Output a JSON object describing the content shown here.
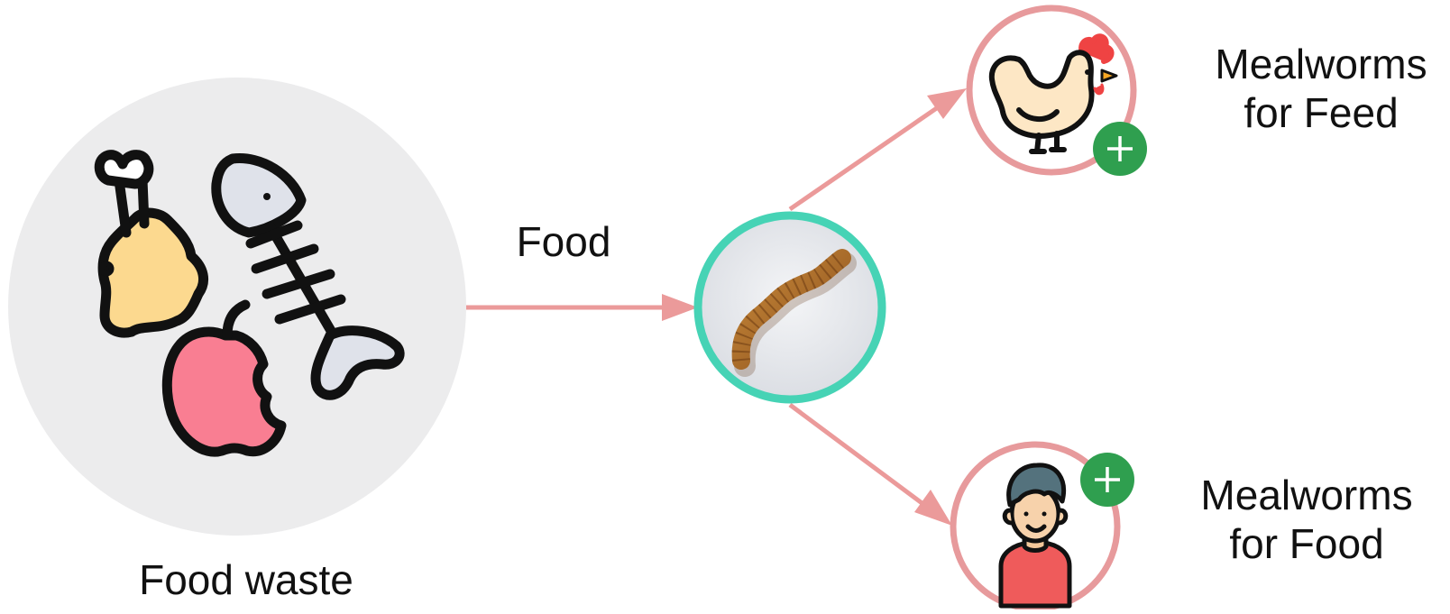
{
  "labels": {
    "food_waste": "Food waste",
    "arrow_food": "Food",
    "feed_line1": "Mealworms",
    "feed_line2": "for Feed",
    "food_line1": "Mealworms",
    "food_line2": "for Food"
  },
  "colors": {
    "arrow": "#eb9a9a",
    "worm_ring": "#46d3b5",
    "outcome_ring": "#e79a9c",
    "plus_badge": "#2f9f4f",
    "waste_bg": "#ececed"
  },
  "icons": {
    "waste": [
      "chicken-leg-icon",
      "fish-bone-icon",
      "apple-icon"
    ],
    "worm": "mealworm-photo",
    "feed": "chicken-icon",
    "food": "person-icon",
    "badge": "plus-icon"
  }
}
